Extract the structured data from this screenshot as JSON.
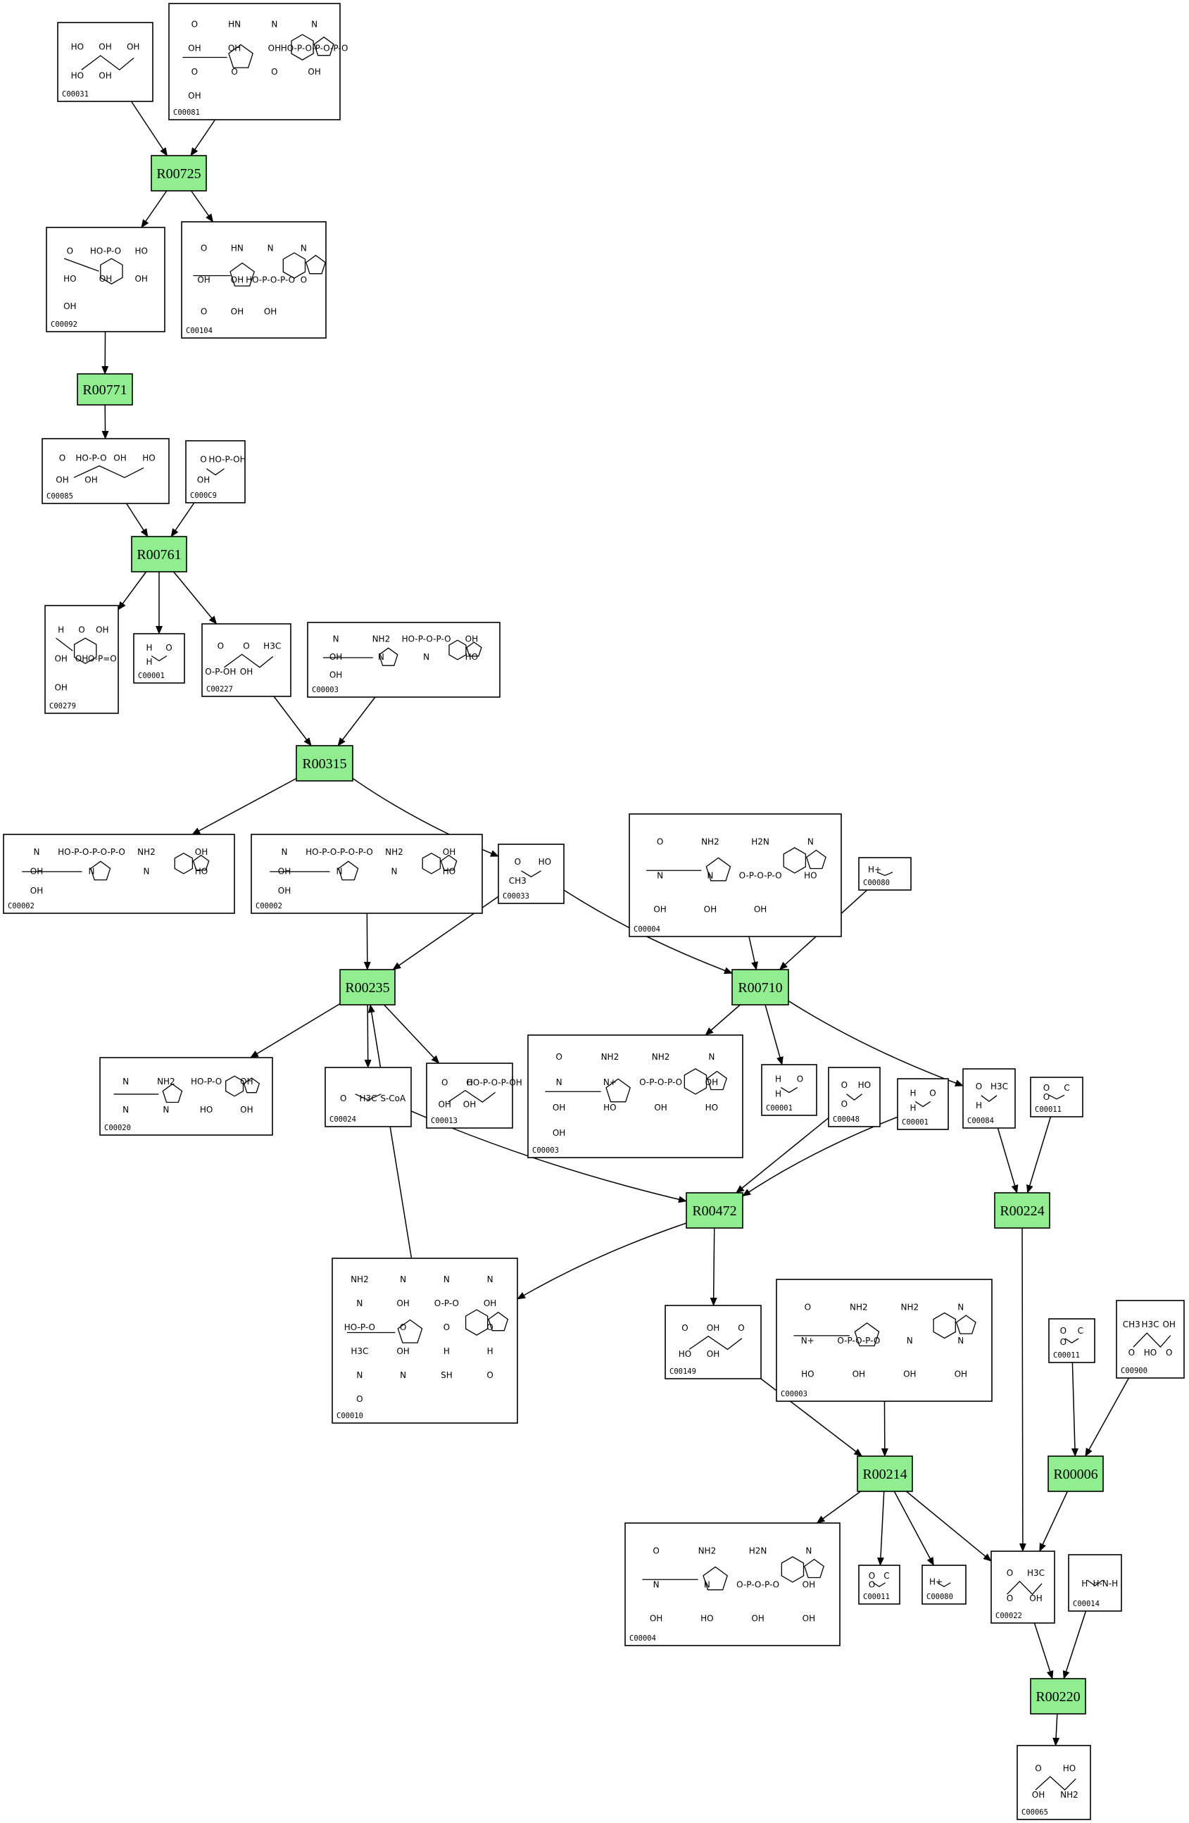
{
  "colors": {
    "reaction_fill": "#90ee90",
    "box_stroke": "#000000",
    "edge": "#000000",
    "background": "#ffffff"
  },
  "reactions": [
    {
      "id": "r00725",
      "label": "R00725"
    },
    {
      "id": "r00771",
      "label": "R00771"
    },
    {
      "id": "r00761",
      "label": "R00761"
    },
    {
      "id": "r00315",
      "label": "R00315"
    },
    {
      "id": "r00235",
      "label": "R00235"
    },
    {
      "id": "r00710",
      "label": "R00710"
    },
    {
      "id": "r00472",
      "label": "R00472"
    },
    {
      "id": "r00224",
      "label": "R00224"
    },
    {
      "id": "r00214",
      "label": "R00214"
    },
    {
      "id": "r00006",
      "label": "R00006"
    },
    {
      "id": "r00220",
      "label": "R00220"
    }
  ],
  "compounds": [
    {
      "id": "c31",
      "label": "C00031",
      "atoms": [
        "HO",
        "OH",
        "OH",
        "HO",
        "OH"
      ]
    },
    {
      "id": "c81",
      "label": "C00081",
      "atoms": [
        "O",
        "HN",
        "N",
        "N",
        "OH",
        "OH",
        "OH",
        "HO-P-O-P-O-P-O",
        "O",
        "O",
        "O",
        "OH",
        "OH"
      ]
    },
    {
      "id": "c92",
      "label": "C00092",
      "atoms": [
        "O",
        "HO-P-O",
        "HO",
        "HO",
        "OH",
        "OH",
        "OH"
      ]
    },
    {
      "id": "c104",
      "label": "C00104",
      "atoms": [
        "O",
        "HN",
        "N",
        "N",
        "OH",
        "OH",
        "HO-P-O-P-O",
        "O",
        "O",
        "OH",
        "OH"
      ]
    },
    {
      "id": "c85",
      "label": "C00085",
      "atoms": [
        "O",
        "HO-P-O",
        "OH",
        "HO",
        "OH",
        "OH"
      ]
    },
    {
      "id": "c9a",
      "label": "C000C9",
      "atoms": [
        "O",
        "HO-P-OH",
        "OH"
      ]
    },
    {
      "id": "c279",
      "label": "C00279",
      "atoms": [
        "H",
        "O",
        "OH",
        "OH",
        "OH",
        "O-P=O",
        "OH"
      ]
    },
    {
      "id": "c1a",
      "label": "C00001",
      "atoms": [
        "H",
        "O",
        "H"
      ]
    },
    {
      "id": "c227",
      "label": "C00227",
      "atoms": [
        "O",
        "O",
        "H3C",
        "O-P-OH",
        "OH"
      ]
    },
    {
      "id": "c3a",
      "label": "C00003",
      "atoms": [
        "N",
        "NH2",
        "HO-P-O-P-O",
        "OH",
        "OH",
        "N",
        "N",
        "HO",
        "OH"
      ]
    },
    {
      "id": "c2a",
      "label": "C00002",
      "atoms": [
        "N",
        "HO-P-O-P-O-P-O",
        "NH2",
        "OH",
        "OH",
        "N",
        "N",
        "HO",
        "OH"
      ]
    },
    {
      "id": "c2b",
      "label": "C00002",
      "atoms": [
        "N",
        "HO-P-O-P-O-P-O",
        "NH2",
        "OH",
        "OH",
        "N",
        "N",
        "HO",
        "OH"
      ]
    },
    {
      "id": "c33",
      "label": "C00033",
      "atoms": [
        "O",
        "HO",
        "CH3"
      ]
    },
    {
      "id": "c4a",
      "label": "C00004",
      "atoms": [
        "O",
        "NH2",
        "H2N",
        "N",
        "N",
        "N",
        "O-P-O-P-O",
        "HO",
        "OH",
        "OH",
        "OH"
      ]
    },
    {
      "id": "c80a",
      "label": "C00080",
      "atoms": [
        "H+"
      ]
    },
    {
      "id": "c20",
      "label": "C00020",
      "atoms": [
        "N",
        "NH2",
        "HO-P-O",
        "OH",
        "N",
        "N",
        "HO",
        "OH"
      ]
    },
    {
      "id": "c24",
      "label": "C00024",
      "atoms": [
        "O",
        "H3C",
        "S-CoA"
      ]
    },
    {
      "id": "c13",
      "label": "C00013",
      "atoms": [
        "O",
        "O",
        "HO-P-O-P-OH",
        "OH",
        "OH"
      ]
    },
    {
      "id": "c3b",
      "label": "C00003",
      "atoms": [
        "O",
        "NH2",
        "NH2",
        "N",
        "N",
        "N+",
        "O-P-O-P-O",
        "OH",
        "OH",
        "HO",
        "OH",
        "HO",
        "OH"
      ]
    },
    {
      "id": "c1b",
      "label": "C00001",
      "atoms": [
        "H",
        "O",
        "H"
      ]
    },
    {
      "id": "c48",
      "label": "C00048",
      "atoms": [
        "O",
        "HO",
        "O"
      ]
    },
    {
      "id": "c1c",
      "label": "C00001",
      "atoms": [
        "H",
        "O",
        "H"
      ]
    },
    {
      "id": "c84",
      "label": "C00084",
      "atoms": [
        "O",
        "H3C",
        "H"
      ]
    },
    {
      "id": "c11a",
      "label": "C00011",
      "atoms": [
        "O",
        "C",
        "O"
      ]
    },
    {
      "id": "c10",
      "label": "C00010",
      "atoms": [
        "NH2",
        "N",
        "N",
        "N",
        "N",
        "OH",
        "O-P-O",
        "OH",
        "HO-P-O",
        "O",
        "O",
        "O",
        "H3C",
        "OH",
        "H",
        "H",
        "N",
        "N",
        "SH",
        "O",
        "O"
      ]
    },
    {
      "id": "c149",
      "label": "C00149",
      "atoms": [
        "O",
        "OH",
        "O",
        "HO",
        "OH"
      ]
    },
    {
      "id": "c3c",
      "label": "C00003",
      "atoms": [
        "O",
        "NH2",
        "NH2",
        "N",
        "N+",
        "O-P-O-P-O",
        "N",
        "N",
        "HO",
        "OH",
        "OH",
        "OH"
      ]
    },
    {
      "id": "c11b",
      "label": "C00011",
      "atoms": [
        "O",
        "C",
        "O"
      ]
    },
    {
      "id": "c900",
      "label": "C00900",
      "atoms": [
        "CH3",
        "H3C",
        "OH",
        "O",
        "HO",
        "O"
      ]
    },
    {
      "id": "c4b",
      "label": "C00004",
      "atoms": [
        "O",
        "NH2",
        "H2N",
        "N",
        "N",
        "N",
        "O-P-O-P-O",
        "OH",
        "OH",
        "HO",
        "OH",
        "OH"
      ]
    },
    {
      "id": "c11c",
      "label": "C00011",
      "atoms": [
        "O",
        "C",
        "O"
      ]
    },
    {
      "id": "c80b",
      "label": "C00080",
      "atoms": [
        "H+"
      ]
    },
    {
      "id": "c22",
      "label": "C00022",
      "atoms": [
        "O",
        "H3C",
        "O",
        "OH"
      ]
    },
    {
      "id": "c14",
      "label": "C00014",
      "atoms": [
        "H",
        "H-N-H"
      ]
    },
    {
      "id": "c65",
      "label": "C00065",
      "atoms": [
        "O",
        "HO",
        "OH",
        "NH2"
      ]
    }
  ],
  "edges": [
    [
      "c31",
      "r00725"
    ],
    [
      "c81",
      "r00725"
    ],
    [
      "r00725",
      "c92"
    ],
    [
      "r00725",
      "c104"
    ],
    [
      "c92",
      "r00771"
    ],
    [
      "r00771",
      "c85"
    ],
    [
      "c85",
      "r00761"
    ],
    [
      "c9a",
      "r00761"
    ],
    [
      "r00761",
      "c279"
    ],
    [
      "r00761",
      "c1a"
    ],
    [
      "r00761",
      "c227"
    ],
    [
      "c227",
      "r00315"
    ],
    [
      "c3a",
      "r00315"
    ],
    [
      "r00315",
      "c2a"
    ],
    [
      "r00315",
      "c33"
    ],
    [
      "c2b",
      "r00235"
    ],
    [
      "c33",
      "r00235"
    ],
    [
      "c33",
      "r00710"
    ],
    [
      "c4a",
      "r00710"
    ],
    [
      "c80a",
      "r00710"
    ],
    [
      "r00235",
      "c20"
    ],
    [
      "r00235",
      "c24"
    ],
    [
      "r00235",
      "c13"
    ],
    [
      "r00710",
      "c3b"
    ],
    [
      "r00710",
      "c1b"
    ],
    [
      "r00710",
      "c84"
    ],
    [
      "c24",
      "r00472"
    ],
    [
      "c48",
      "r00472"
    ],
    [
      "c1c",
      "r00472"
    ],
    [
      "c84",
      "r00224"
    ],
    [
      "c11a",
      "r00224"
    ],
    [
      "r00472",
      "c10"
    ],
    [
      "r00472",
      "c149"
    ],
    [
      "c10",
      "r00235"
    ],
    [
      "c149",
      "r00214"
    ],
    [
      "c3c",
      "r00214"
    ],
    [
      "c11b",
      "r00006"
    ],
    [
      "c900",
      "r00006"
    ],
    [
      "r00214",
      "c4b"
    ],
    [
      "r00214",
      "c11c"
    ],
    [
      "r00214",
      "c80b"
    ],
    [
      "r00214",
      "c22"
    ],
    [
      "r00224",
      "c22"
    ],
    [
      "r00006",
      "c22"
    ],
    [
      "c22",
      "r00220"
    ],
    [
      "c14",
      "r00220"
    ],
    [
      "r00220",
      "c65"
    ]
  ]
}
